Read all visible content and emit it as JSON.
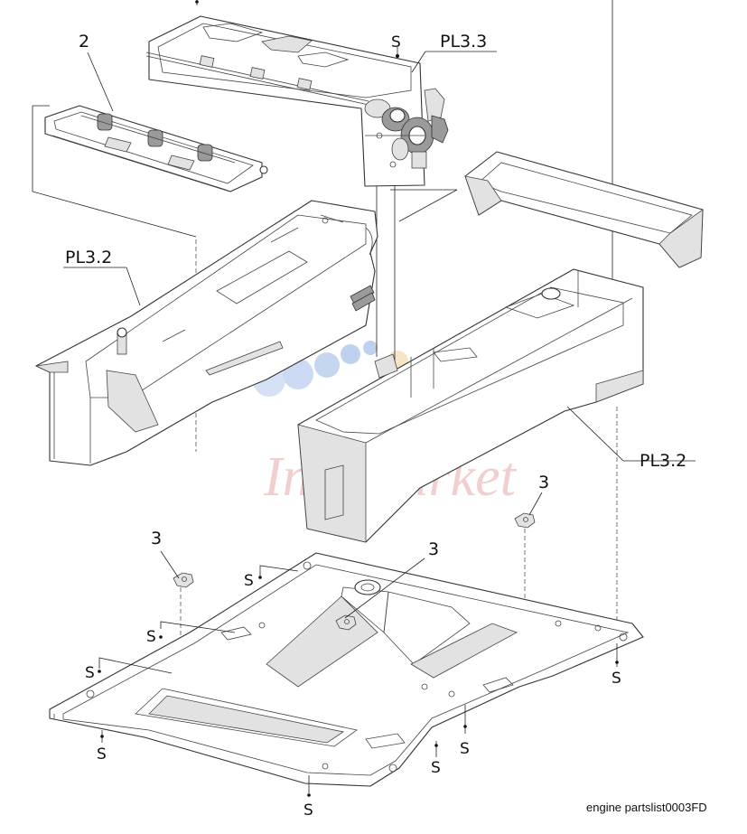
{
  "diagram": {
    "callouts": {
      "pl33": "PL3.3",
      "pl32_left": "PL3.2",
      "pl32_right": "PL3.2",
      "part2": "2",
      "part3_a": "3",
      "part3_b": "3",
      "part3_c": "3"
    },
    "screw_label": "S",
    "caption": "engine partslist0003FD"
  },
  "watermark": {
    "text": "Ink-Market",
    "circle_colors": [
      "#c9d8f2",
      "#b9cdee",
      "#a9c2ea",
      "#f5dcb4",
      "#f9e7c6"
    ]
  }
}
